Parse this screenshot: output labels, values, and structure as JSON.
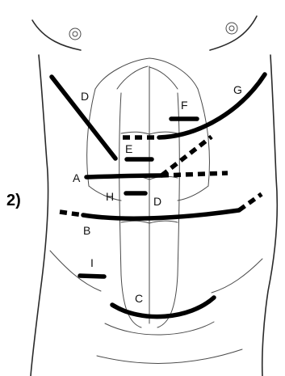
{
  "panel_label": "2)",
  "incisions": [
    {
      "id": "A",
      "label": "A",
      "style": "solid"
    },
    {
      "id": "B",
      "label": "B",
      "style": "solid with dashed ends"
    },
    {
      "id": "C",
      "label": "C",
      "style": "solid"
    },
    {
      "id": "D",
      "label": "D",
      "style": "solid"
    },
    {
      "id": "D2",
      "label": "D",
      "style": "label only"
    },
    {
      "id": "E",
      "label": "E",
      "style": "solid"
    },
    {
      "id": "F",
      "label": "F",
      "style": "solid"
    },
    {
      "id": "G",
      "label": "G",
      "style": "solid with dashed extension"
    },
    {
      "id": "H",
      "label": "H",
      "style": "solid"
    },
    {
      "id": "I",
      "label": "I",
      "style": "solid"
    }
  ],
  "colors": {
    "ink": "#000000",
    "outline": "#2a2a2a",
    "background": "#ffffff"
  }
}
